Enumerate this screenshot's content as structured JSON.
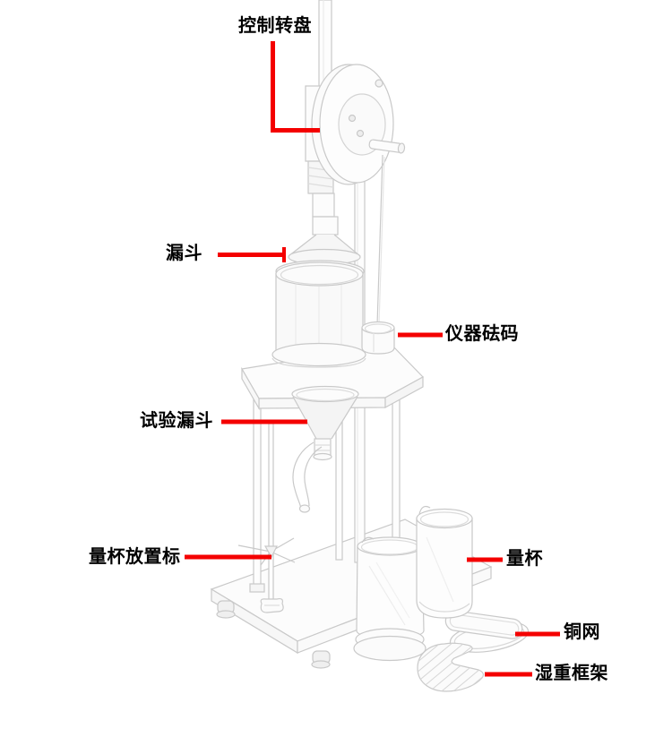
{
  "page": {
    "background_color": "#ffffff",
    "kind": "annotated product line-drawing"
  },
  "diagram": {
    "accent_color": "#f40000",
    "label_text_color": "#000000",
    "sketch_stroke_color": "#c9c9c9",
    "labels": [
      {
        "name": "control-dial",
        "text": "控制转盘"
      },
      {
        "name": "funnel",
        "text": "漏斗"
      },
      {
        "name": "instrument-weight",
        "text": "仪器砝码"
      },
      {
        "name": "test-funnel",
        "text": "试验漏斗"
      },
      {
        "name": "cup-placement-mark",
        "text": "量杯放置标"
      },
      {
        "name": "measuring-cup",
        "text": "量杯"
      },
      {
        "name": "copper-mesh",
        "text": "铜网"
      },
      {
        "name": "wet-weight-frame",
        "text": "湿重框架"
      }
    ]
  }
}
